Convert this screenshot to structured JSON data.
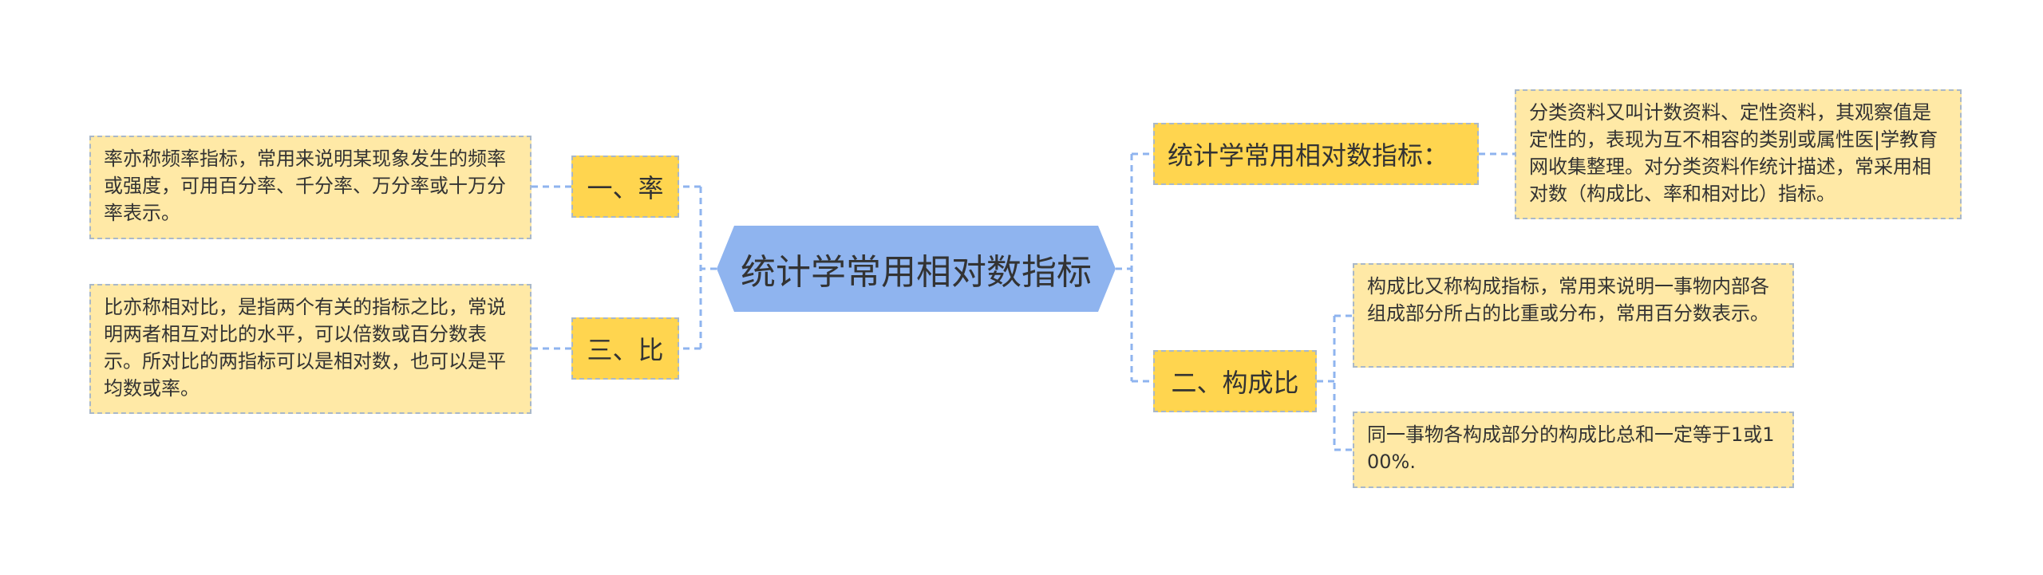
{
  "root": {
    "label": "统计学常用相对数指标"
  },
  "left_branches": [
    {
      "label": "一、率",
      "leaf": "率亦称频率指标，常用来说明某现象发生的频率或强度，可用百分率、千分率、万分率或十万分率表示。"
    },
    {
      "label": "三、比",
      "leaf": "比亦称相对比，是指两个有关的指标之比，常说明两者相互对比的水平，可以倍数或百分数表示。所对比的两指标可以是相对数，也可以是平均数或率。"
    }
  ],
  "right_branches": [
    {
      "label": "统计学常用相对数指标：",
      "leaf": "分类资料又叫计数资料、定性资料，其观察值是定性的，表现为互不相容的类别或属性医|学教育网收集整理。对分类资料作统计描述，常采用相对数（构成比、率和相对比）指标。"
    },
    {
      "label": "二、构成比",
      "leaves": [
        "构成比又称构成指标，常用来说明一事物内部各组成部分所占的比重或分布，常用百分数表示。",
        "同一事物各构成部分的构成比总和一定等于1或100%."
      ]
    }
  ],
  "colors": {
    "root_fill": "#8fb4ef",
    "branch_fill": "#ffd54f",
    "leaf_fill": "#ffe9a6",
    "connector": "#8fb4ef",
    "border": "#a9b8c9"
  }
}
